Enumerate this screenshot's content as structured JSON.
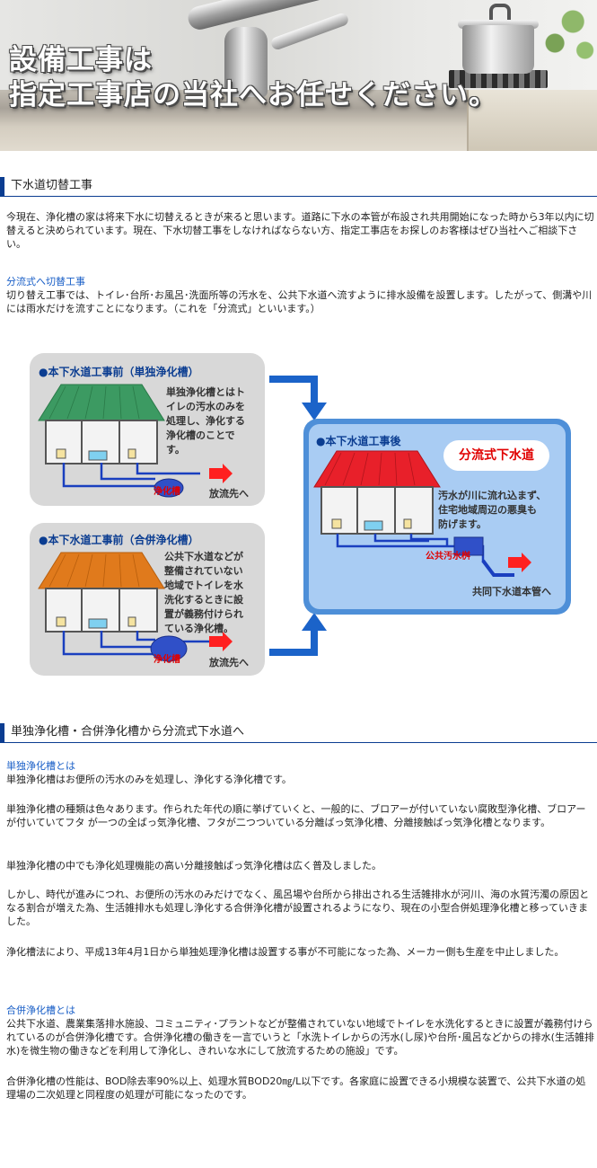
{
  "hero": {
    "line1": "設備工事は",
    "line2": "指定工事店の当社へお任せください。"
  },
  "section1": {
    "title": "下水道切替工事",
    "intro": "今現在、浄化槽の家は将来下水に切替えるときが来ると思います。道路に下水の本管が布設され共用開始になった時から3年以内に切替えると決められています。現在、下水切替工事をしなければならない方、指定工事店をお探しのお客様はぜひ当社へご相談下さい。",
    "sub_title": "分流式へ切替工事",
    "sub_text": "切り替え工事では、トイレ･台所･お風呂･洗面所等の汚水を、公共下水道へ流すように排水設備を設置します。したがって、側溝や川には雨水だけを流すことになります。（これを「分流式」といいます。）"
  },
  "diagram": {
    "panel1": {
      "title": "●本下水道工事前（単独浄化槽）",
      "note": [
        "単独浄化槽とはト",
        "イレの汚水のみを",
        "処理し、浄化する",
        "浄化槽のことで",
        "す。"
      ],
      "tank_label": "浄化槽",
      "outflow": "放流先へ"
    },
    "panel2": {
      "title": "●本下水道工事前（合併浄化槽）",
      "note": [
        "公共下水道などが",
        "整備されていない",
        "地域でトイレを水",
        "洗化するときに設",
        "置が義務付けられ",
        "ている浄化槽。"
      ],
      "tank_label": "浄化槽",
      "outflow": "放流先へ"
    },
    "panel3": {
      "title": "●本下水道工事後",
      "badge": "分流式下水道",
      "note": [
        "汚水が川に流れ込まず、",
        "住宅地域周辺の悪臭も",
        "防げます。"
      ],
      "manhole_label": "公共汚水桝",
      "outflow": "共同下水道本管へ"
    },
    "colors": {
      "roof_green": "#3c9a62",
      "roof_orange": "#e07a1c",
      "roof_red": "#e8202a",
      "pipe_blue": "#1a3fbf",
      "arrow_blue": "#1b63c9",
      "arrow_red": "#ff2020"
    }
  },
  "section2": {
    "title": "単独浄化槽・合併浄化槽から分流式下水道へ",
    "single_title": "単独浄化槽とは",
    "single_p1": "単独浄化槽はお便所の汚水のみを処理し、浄化する浄化槽です。",
    "single_p2": "単独浄化槽の種類は色々あります。作られた年代の順に挙げていくと、一般的に、ブロアーが付いていない腐敗型浄化槽、ブロアーが付いていてフタ が一つの全ばっ気浄化槽、フタが二つついている分離ばっ気浄化槽、分離接触ばっ気浄化槽となります。",
    "single_p3": "単独浄化槽の中でも浄化処理機能の高い分離接触ばっ気浄化槽は広く普及しました。",
    "single_p4": "しかし、時代が進みにつれ、お便所の汚水のみだけでなく、風呂場や台所から排出される生活雑排水が河川、海の水質汚濁の原因となる割合が増えた為、生活雑排水も処理し浄化する合併浄化槽が設置されるようになり、現在の小型合併処理浄化槽と移っていきました。",
    "single_p5": "浄化槽法により、平成13年4月1日から単独処理浄化槽は設置する事が不可能になった為、メーカー側も生産を中止しました。",
    "combined_title": "合併浄化槽とは",
    "combined_p1": "公共下水道、農業集落排水施設、コミュニティ･プラントなどが整備されていない地域でトイレを水洗化するときに設置が義務付けられているのが合併浄化槽です。合併浄化槽の働きを一言でいうと「水洗トイレからの汚水(し尿)や台所･風呂などからの排水(生活雑排水)を微生物の働きなどを利用して浄化し、きれいな水にして放流するための施設」です。",
    "combined_p2": "合併浄化槽の性能は、BOD除去率90%以上、処理水質BOD20㎎/L以下です。各家庭に設置できる小規模な装置で、公共下水道の処理場の二次処理と同程度の処理が可能になったのです。"
  }
}
